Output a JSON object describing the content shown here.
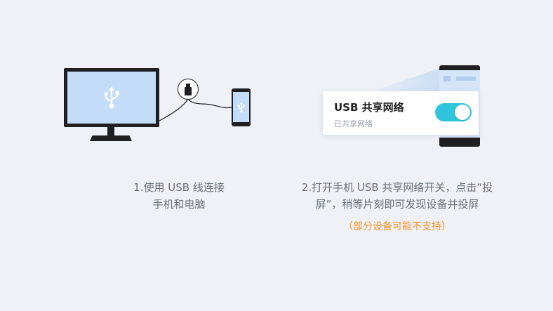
{
  "step1": {
    "caption_line1": "1.使用 USB 线连接",
    "caption_line2": "手机和电脑",
    "icons": [
      "monitor-icon",
      "usb-symbol-icon",
      "usb-stick-icon",
      "phone-icon",
      "usb-cable"
    ]
  },
  "step2": {
    "card": {
      "title": "USB 共享网络",
      "subtitle": "已共享网络",
      "toggle_on": true
    },
    "caption_line1": "2.打开手机 USB 共享网络开关，点击“投",
    "caption_line2": "屏”，稍等片刻即可发现设备并投屏",
    "note": "（部分设备可能不支持）"
  },
  "colors": {
    "background": "#eff1f6",
    "screen": "#c3dcf7",
    "device": "#1f1f22",
    "toggle_active": "#2ec4dc",
    "note": "#f39124",
    "caption": "#6a7078"
  }
}
